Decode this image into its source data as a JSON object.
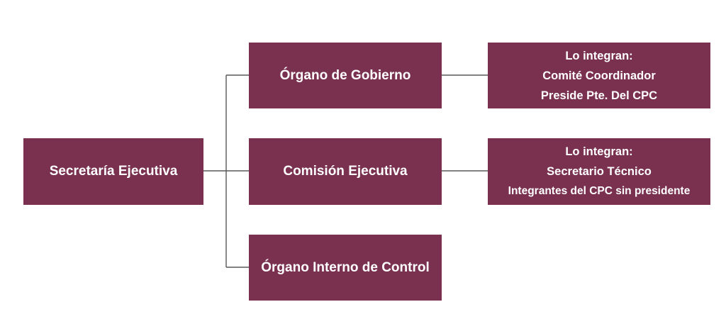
{
  "diagram": {
    "root": {
      "label": "Secretaría Ejecutiva"
    },
    "branches": [
      {
        "label": "Órgano de Gobierno",
        "detail": {
          "lines": [
            "Lo integran:",
            "Comité Coordinador",
            "Preside Pte. Del CPC"
          ]
        }
      },
      {
        "label": "Comisión Ejecutiva",
        "detail": {
          "lines": [
            "Lo integran:",
            "Secretario Técnico",
            "Integrantes del CPC sin presidente"
          ]
        }
      },
      {
        "label": "Órgano Interno de Control"
      }
    ],
    "colors": {
      "box_fill": "#7a3150",
      "box_text": "#ffffff",
      "connector": "#595959"
    }
  }
}
